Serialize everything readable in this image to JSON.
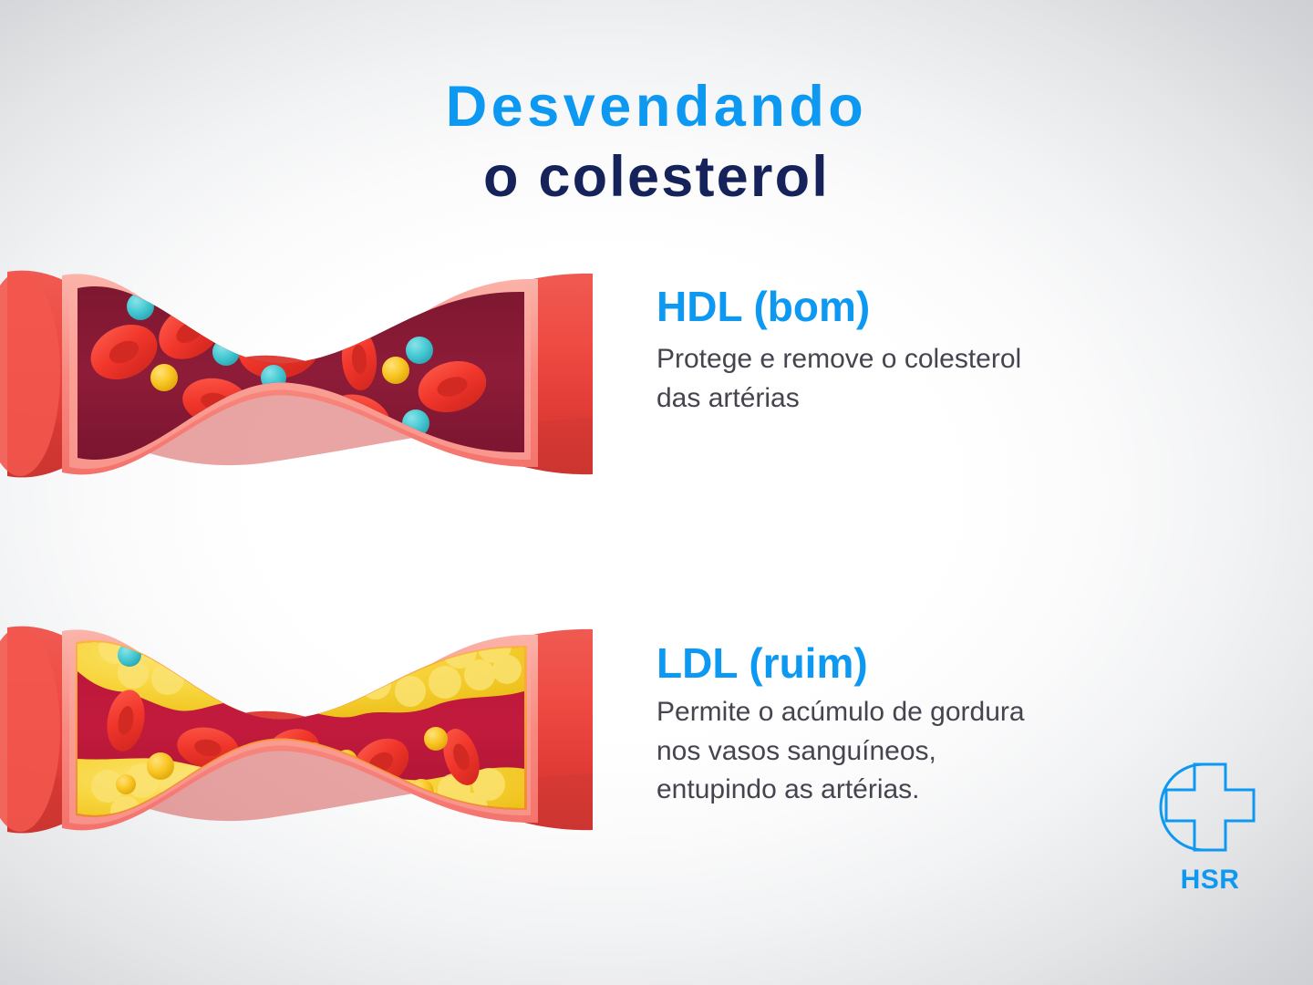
{
  "title": {
    "line1": "Desvendando",
    "line2": "o colesterol",
    "line1_color": "#0d99f2",
    "line2_color": "#16225a"
  },
  "sections": [
    {
      "id": "hdl",
      "heading": "HDL (bom)",
      "description": "Protege e remove o colesterol das artérias",
      "heading_color": "#0d99f2",
      "description_color": "#44454f",
      "illustration": "healthy-artery-cross-section"
    },
    {
      "id": "ldl",
      "heading": "LDL (ruim)",
      "description": "Permite o acúmulo de gordura nos vasos sanguíneos, entupindo as artérias.",
      "heading_color": "#0d99f2",
      "description_color": "#44454f",
      "illustration": "clogged-artery-cross-section"
    }
  ],
  "logo": {
    "text": "HSR",
    "icon": "medical-cross-circle-icon",
    "color": "#0d99f2"
  },
  "background": {
    "center": "#ffffff",
    "edge": "#cdced1"
  },
  "illustration_colors": {
    "artery_wall": "#ef4444",
    "artery_wall_dark": "#cf3434",
    "artery_lining": "#f8867f",
    "artery_lining_light": "#fbb0a5",
    "lumen_healthy": "#8e1c38",
    "lumen_clogged": "#c21a3c",
    "red_blood_cell": "#f23a30",
    "hdl_particle": "#45c8d2",
    "ldl_particle": "#f9c623",
    "plaque": "#f7d33c",
    "plaque_base": "#f99b3c"
  }
}
